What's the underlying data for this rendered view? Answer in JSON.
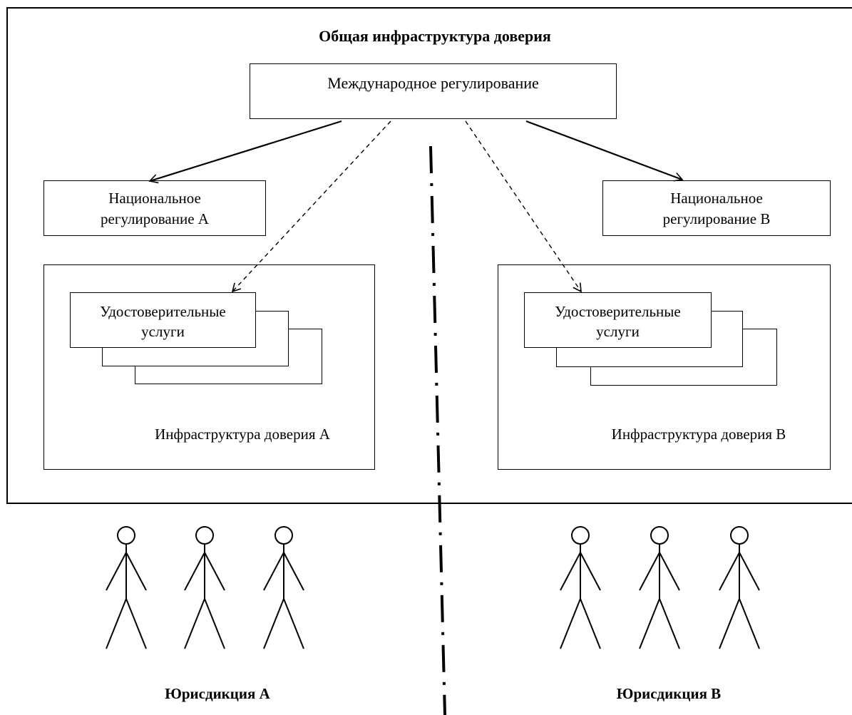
{
  "common_infrastructure": {
    "title": "Общая инфраструктура доверия"
  },
  "international_regulation": {
    "label": "Международное регулирование"
  },
  "national_regulation_a": {
    "line1": "Национальное",
    "line2": "регулирование А"
  },
  "national_regulation_b": {
    "line1": "Национальное",
    "line2": "регулирование В"
  },
  "trust_infrastructure_a": {
    "label": "Инфраструктура доверия А",
    "services": {
      "line1": "Удостоверительные",
      "line2": "услуги"
    }
  },
  "trust_infrastructure_b": {
    "label": "Инфраструктура доверия В",
    "services": {
      "line1": "Удостоверительные",
      "line2": "услуги"
    }
  },
  "jurisdiction_a": {
    "label": "Юрисдикция А",
    "people_count": 3
  },
  "jurisdiction_b": {
    "label": "Юрисдикция В",
    "people_count": 3
  }
}
